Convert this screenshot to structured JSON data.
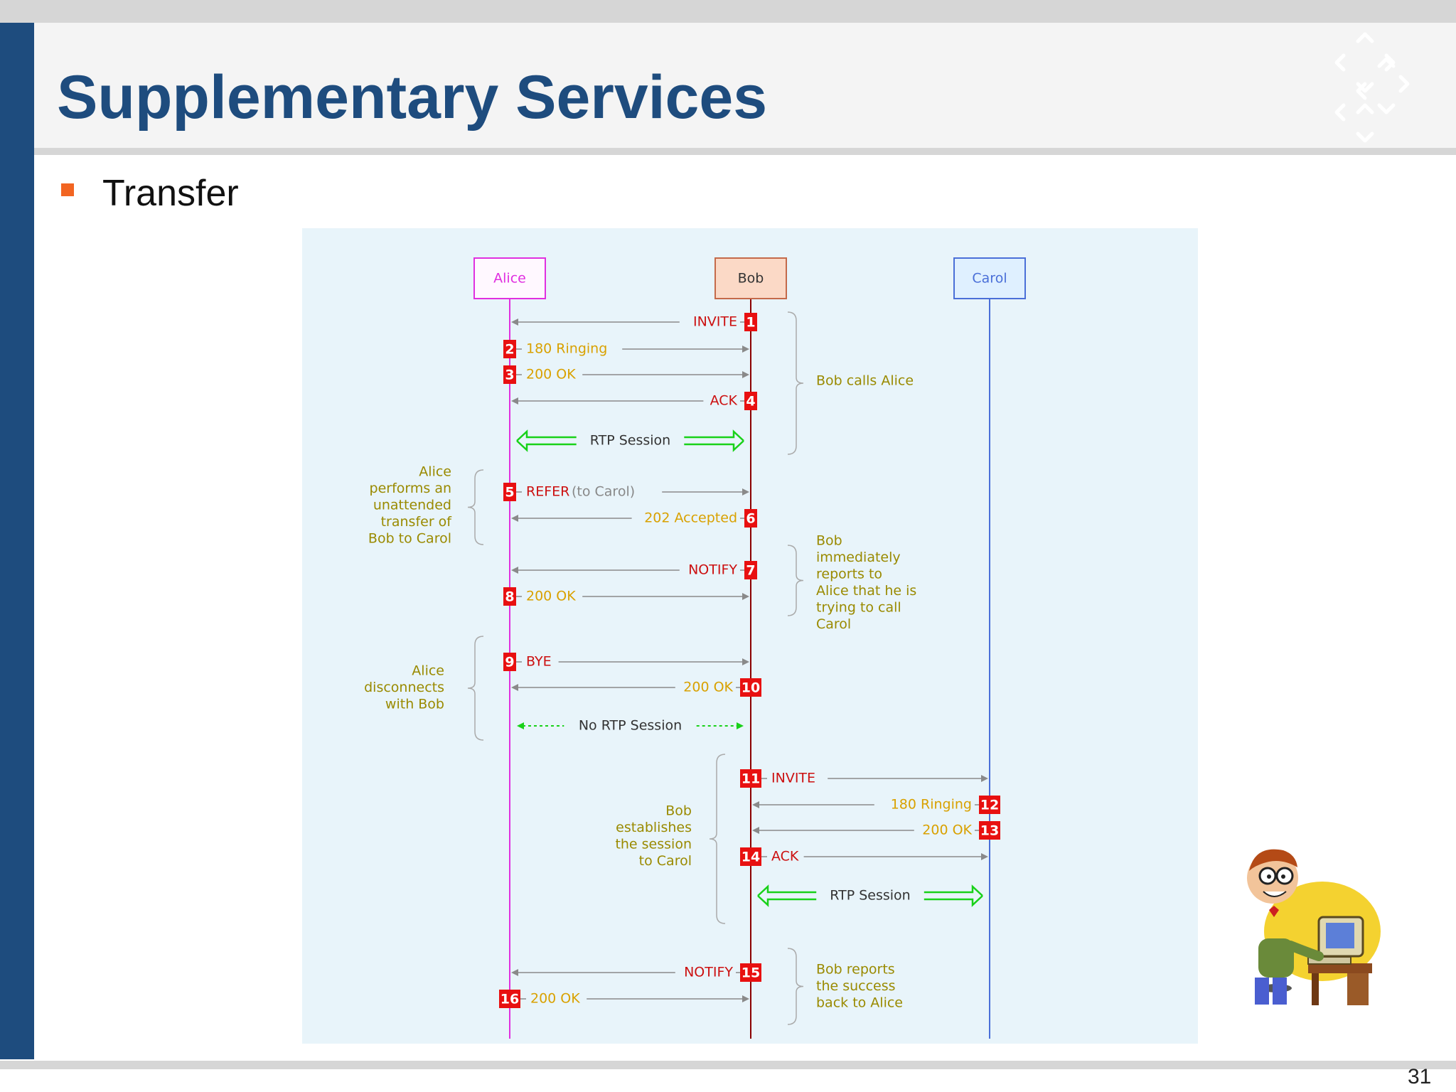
{
  "slide": {
    "title": "Supplementary Services",
    "bullet": "Transfer",
    "page_number": "31"
  },
  "colors": {
    "title": "#1e4c7e",
    "bullet": "#f26522",
    "message_number": "#e81010",
    "request": "#cc1010",
    "response": "#d9a100",
    "rtp": "#19d119",
    "alice": "#e030e0",
    "bob": "#8b0000",
    "carol": "#4a6fd8",
    "note": "#9a8a00"
  },
  "participants": [
    {
      "name": "Alice"
    },
    {
      "name": "Bob"
    },
    {
      "name": "Carol"
    }
  ],
  "messages": [
    {
      "num": "1",
      "from": "Bob",
      "to": "Alice",
      "label": "INVITE"
    },
    {
      "num": "2",
      "from": "Alice",
      "to": "Bob",
      "label": "180 Ringing"
    },
    {
      "num": "3",
      "from": "Alice",
      "to": "Bob",
      "label": "200 OK"
    },
    {
      "num": "4",
      "from": "Bob",
      "to": "Alice",
      "label": "ACK"
    },
    {
      "num": "5",
      "from": "Alice",
      "to": "Bob",
      "label": "REFER",
      "suffix": "(to Carol)"
    },
    {
      "num": "6",
      "from": "Bob",
      "to": "Alice",
      "label": "202 Accepted"
    },
    {
      "num": "7",
      "from": "Bob",
      "to": "Alice",
      "label": "NOTIFY"
    },
    {
      "num": "8",
      "from": "Alice",
      "to": "Bob",
      "label": "200 OK"
    },
    {
      "num": "9",
      "from": "Alice",
      "to": "Bob",
      "label": "BYE"
    },
    {
      "num": "10",
      "from": "Bob",
      "to": "Alice",
      "label": "200 OK"
    },
    {
      "num": "11",
      "from": "Bob",
      "to": "Carol",
      "label": "INVITE"
    },
    {
      "num": "12",
      "from": "Carol",
      "to": "Bob",
      "label": "180 Ringing"
    },
    {
      "num": "13",
      "from": "Carol",
      "to": "Bob",
      "label": "200 OK"
    },
    {
      "num": "14",
      "from": "Bob",
      "to": "Carol",
      "label": "ACK"
    },
    {
      "num": "15",
      "from": "Bob",
      "to": "Alice",
      "label": "NOTIFY"
    },
    {
      "num": "16",
      "from": "Alice",
      "to": "Bob",
      "label": "200 OK"
    }
  ],
  "sessions": [
    {
      "label": "RTP Session"
    },
    {
      "label": "No RTP Session"
    },
    {
      "label": "RTP Session"
    }
  ],
  "notes": [
    {
      "lines": [
        "Bob calls Alice"
      ]
    },
    {
      "lines": [
        "Alice",
        "performs an",
        "unattended",
        "transfer of",
        "Bob to Carol"
      ]
    },
    {
      "lines": [
        "Bob",
        "immediately",
        "reports to",
        "Alice that he is",
        "trying to call",
        "Carol"
      ]
    },
    {
      "lines": [
        "Alice",
        "disconnects",
        "with Bob"
      ]
    },
    {
      "lines": [
        "Bob",
        "establishes",
        "the session",
        "to Carol"
      ]
    },
    {
      "lines": [
        "Bob reports",
        "the success",
        "back to Alice"
      ]
    }
  ]
}
